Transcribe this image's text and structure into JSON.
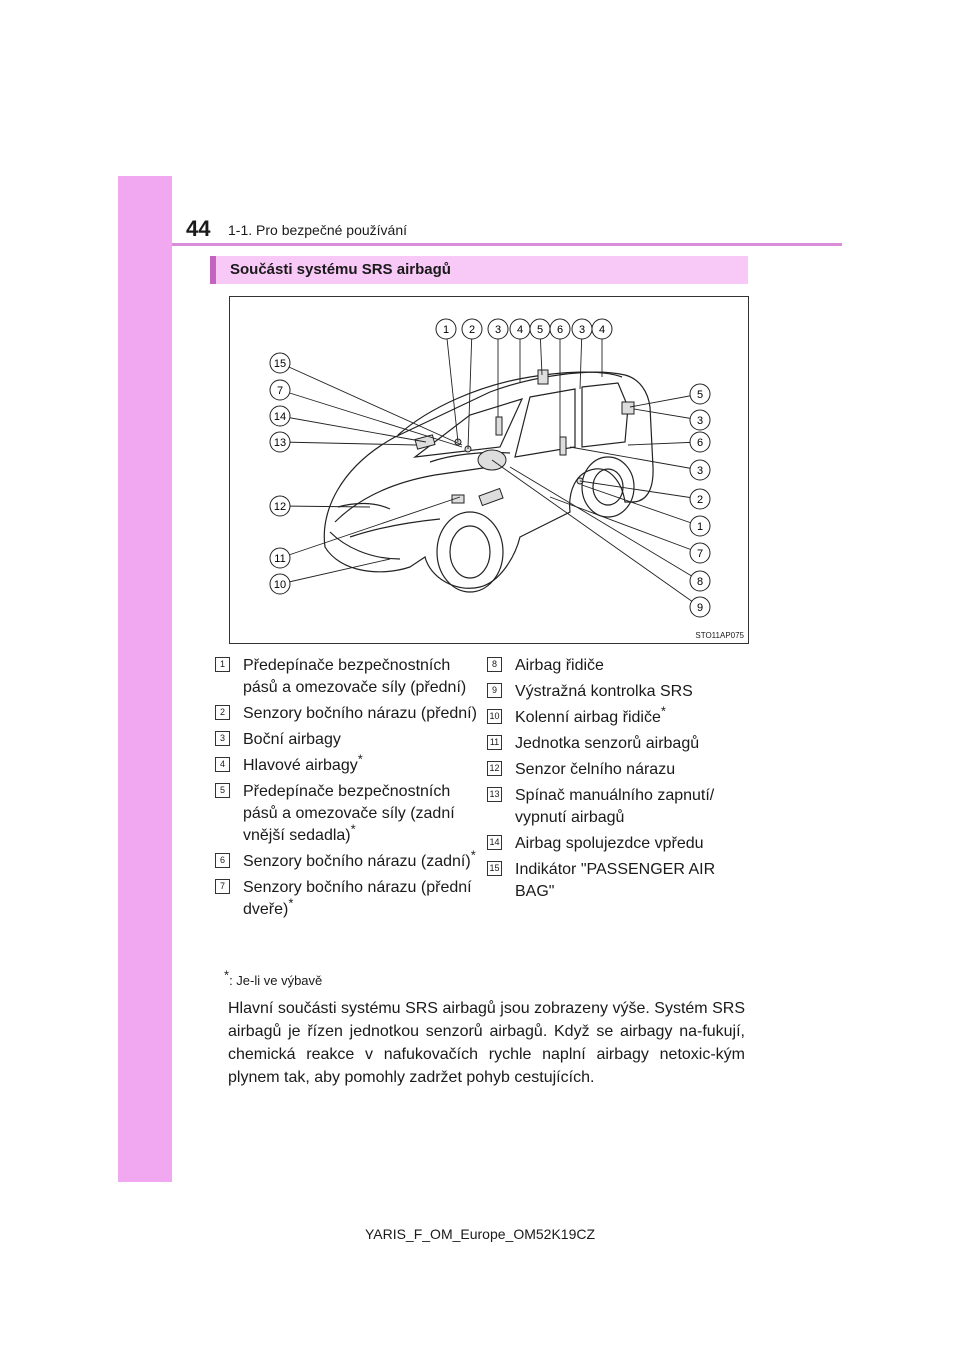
{
  "header": {
    "page_number": "44",
    "chapter": "1-1. Pro bezpečné používání"
  },
  "section": {
    "title": "Součásti systému SRS airbagů"
  },
  "figure": {
    "image_code": "STO11AP075",
    "top_callouts": [
      "1",
      "2",
      "3",
      "4",
      "5",
      "6",
      "3",
      "4"
    ],
    "left_callouts": [
      "15",
      "7",
      "14",
      "13",
      "12",
      "11",
      "10"
    ],
    "right_callouts": [
      "5",
      "3",
      "6",
      "3",
      "2",
      "1",
      "7",
      "8",
      "9"
    ]
  },
  "legend_left": [
    {
      "num": "1",
      "text": "Předepínače bezpečnostních pásů a omezovače síly (přední)",
      "star": ""
    },
    {
      "num": "2",
      "text": "Senzory bočního nárazu (přední)",
      "star": ""
    },
    {
      "num": "3",
      "text": "Boční airbagy",
      "star": ""
    },
    {
      "num": "4",
      "text": "Hlavové airbagy",
      "star": "*"
    },
    {
      "num": "5",
      "text": "Předepínače bezpečnostních pásů a omezovače síly (zadní vnější sedadla)",
      "star": "*"
    },
    {
      "num": "6",
      "text": "Senzory bočního nárazu (zadní)",
      "star": "*"
    },
    {
      "num": "7",
      "text": "Senzory bočního nárazu (přední dveře)",
      "star": "*"
    }
  ],
  "legend_right": [
    {
      "num": "8",
      "text": "Airbag řidiče",
      "star": ""
    },
    {
      "num": "9",
      "text": "Výstražná kontrolka SRS",
      "star": ""
    },
    {
      "num": "10",
      "text": "Kolenní airbag řidiče",
      "star": "*"
    },
    {
      "num": "11",
      "text": "Jednotka senzorů airbagů",
      "star": ""
    },
    {
      "num": "12",
      "text": "Senzor čelního nárazu",
      "star": ""
    },
    {
      "num": "13",
      "text": "Spínač manuálního zapnutí/ vypnutí airbagů",
      "star": ""
    },
    {
      "num": "14",
      "text": "Airbag spolujezdce vpředu",
      "star": ""
    },
    {
      "num": "15",
      "text": "Indikátor \"PASSENGER AIR BAG\"",
      "star": ""
    }
  ],
  "footnote": {
    "star": "*",
    "text": ": Je-li ve výbavě"
  },
  "paragraph": "Hlavní součásti systému SRS airbagů jsou zobrazeny výše. Systém SRS airbagů je řízen jednotkou senzorů airbagů. Když se airbagy na-fukují, chemická reakce v nafukovačích rychle naplní airbagy netoxic-kým plynem tak, aby pomohly zadržet pohyb cestujících.",
  "footer": "YARIS_F_OM_Europe_OM52K19CZ"
}
